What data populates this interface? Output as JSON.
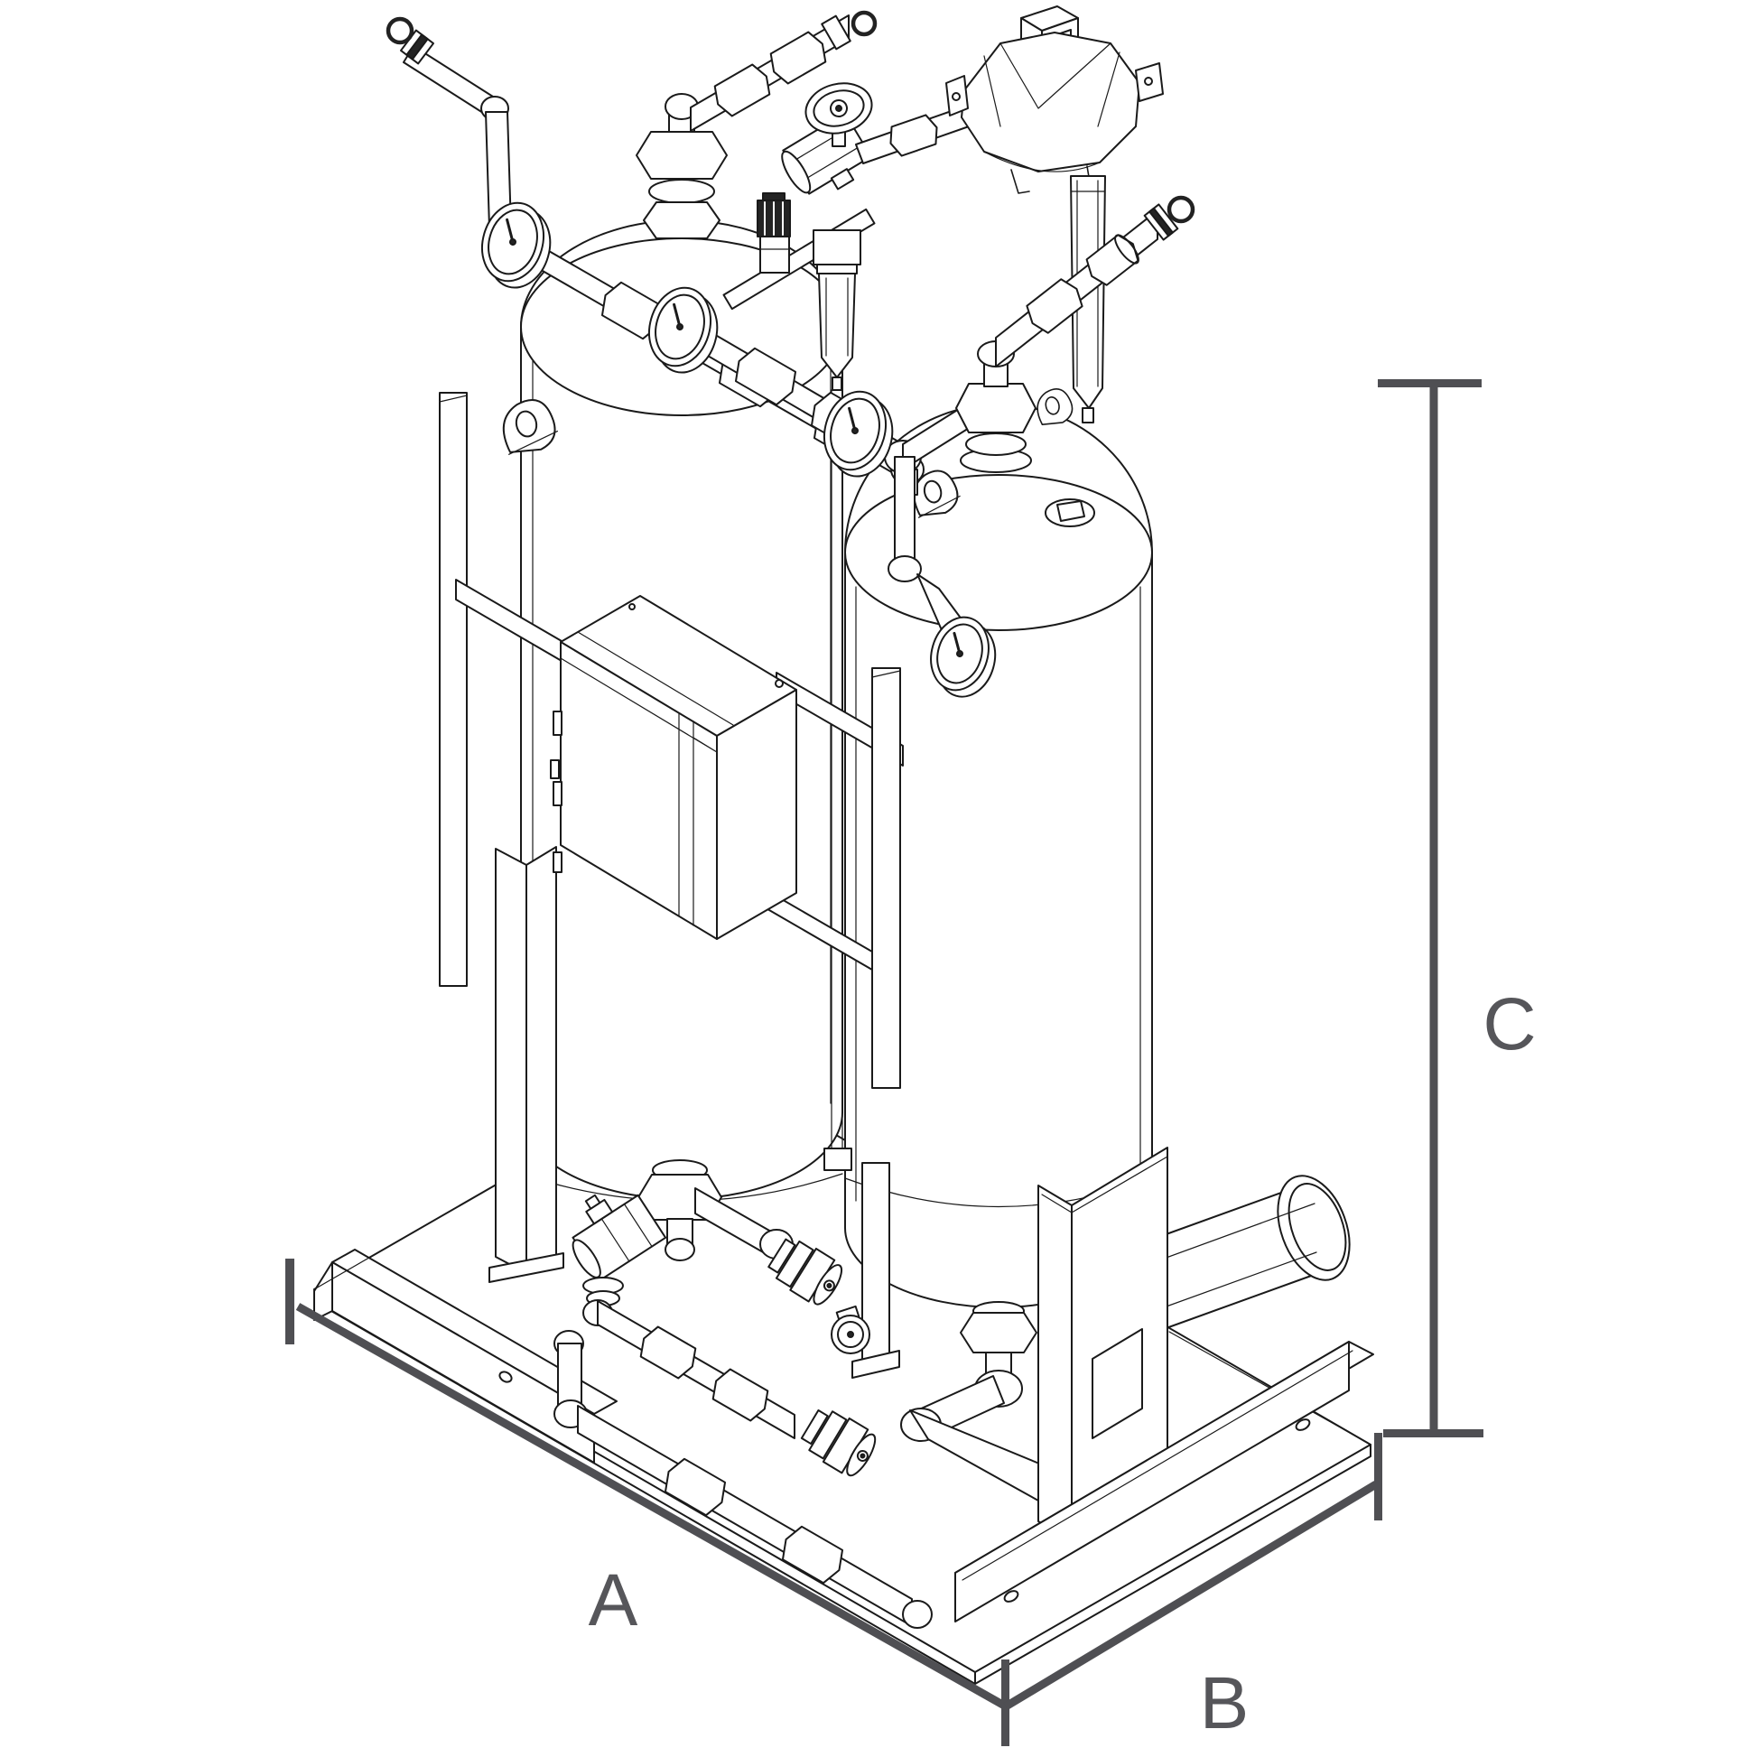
{
  "drawing": {
    "kind": "isometric line drawing of twin-tower desiccant air dryer",
    "dimensions": {
      "a": {
        "label": "A"
      },
      "b": {
        "label": "B"
      },
      "c": {
        "label": "C"
      }
    },
    "colors": {
      "background": "#ffffff",
      "artwork_line": "#1a1a1a",
      "dimension_line": "#4f4f53",
      "label_text": "#56565a"
    }
  }
}
